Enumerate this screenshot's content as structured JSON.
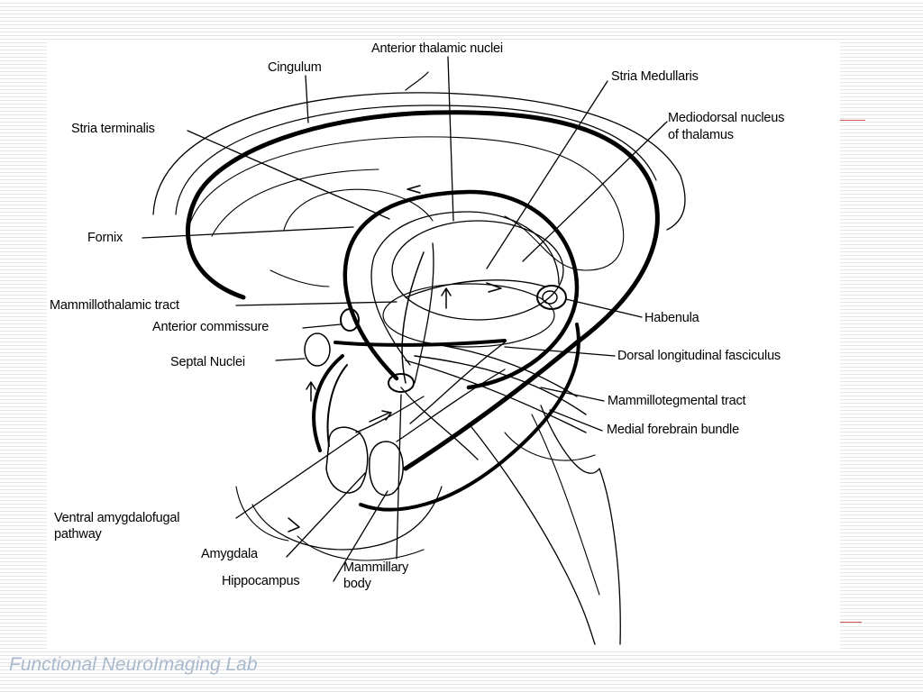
{
  "diagram": {
    "labels": {
      "anterior_thalamic_nuclei": "Anterior thalamic nuclei",
      "cingulum": "Cingulum",
      "stria_medullaris": "Stria Medullaris",
      "stria_terminalis": "Stria terminalis",
      "mediodorsal_nucleus": [
        "Mediodorsal nucleus",
        "of thalamus"
      ],
      "fornix": "Fornix",
      "mammillothalamic_tract": "Mammillothalamic tract",
      "anterior_commissure": "Anterior commissure",
      "habenula": "Habenula",
      "septal_nuclei": "Septal Nuclei",
      "dorsal_longitudinal_fasciculus": "Dorsal longitudinal fasciculus",
      "mammillotegmental_tract": "Mammillotegmental tract",
      "medial_forebrain_bundle": "Medial forebrain bundle",
      "ventral_amygdalofugal_pathway": [
        "Ventral amygdalofugal",
        "pathway"
      ],
      "amygdala": "Amygdala",
      "hippocampus": "Hippocampus",
      "mammillary_body": [
        "Mammillary",
        "body"
      ]
    }
  },
  "footer": {
    "text": "Functional NeuroImaging Lab"
  },
  "colors": {
    "background_stripe": "#e4e6ea",
    "footer_text": "#a9b9cc",
    "accent_marks": "#d9534f",
    "line_art": "#000000"
  }
}
